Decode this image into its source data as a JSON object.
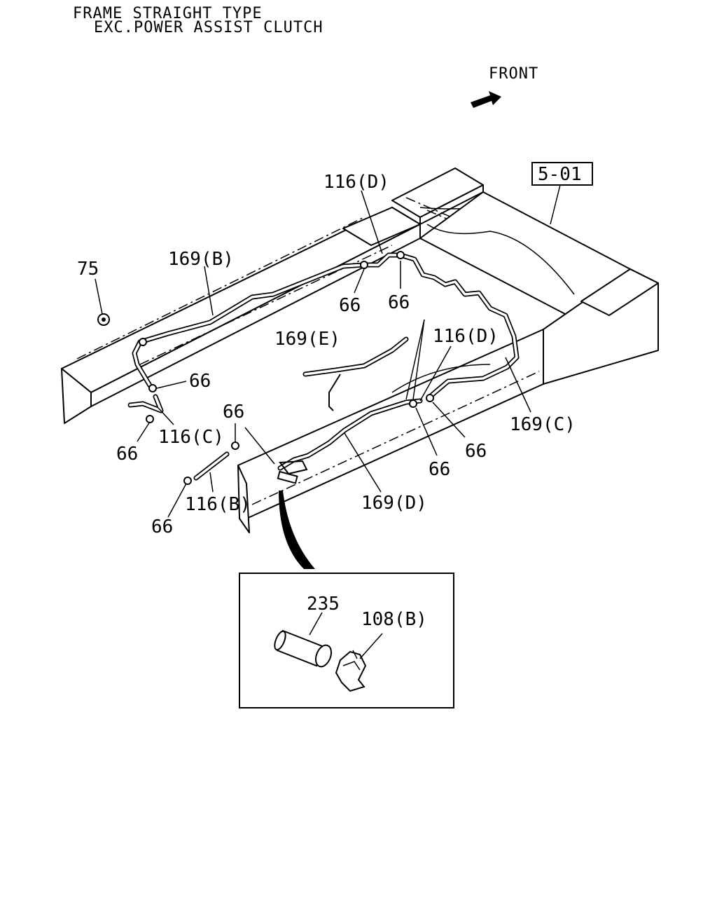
{
  "header": {
    "line1": "FRAME STRAIGHT TYPE",
    "line2": "EXC.POWER ASSIST CLUTCH"
  },
  "front_label": "FRONT",
  "ref_box": "5-01",
  "parts": {
    "p116D_top": "116(D)",
    "p169B": "169(B)",
    "p75": "75",
    "p66_a": "66",
    "p66_b": "66",
    "p66_c": "66",
    "p66_d": "66",
    "p66_e": "66",
    "p66_f": "66",
    "p66_g": "66",
    "p66_h": "66",
    "p169E": "169(E)",
    "p116D_mid": "116(D)",
    "p169C": "169(C)",
    "p116C": "116(C)",
    "p116B": "116(B)",
    "p169D": "169(D)",
    "p235": "235",
    "p108B": "108(B)"
  }
}
